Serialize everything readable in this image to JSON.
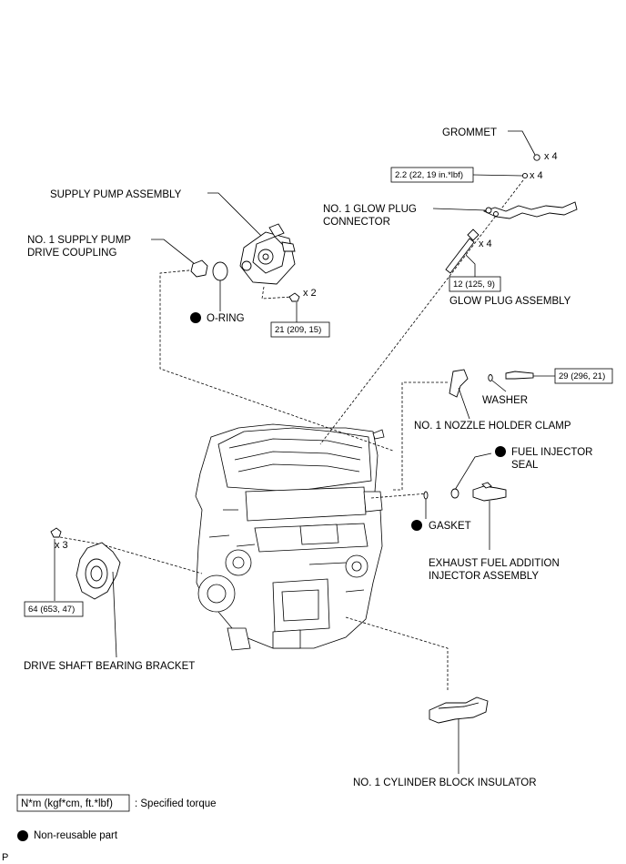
{
  "labels": {
    "grommet": "GROMMET",
    "supply_pump_assembly": "SUPPLY PUMP ASSEMBLY",
    "glow_plug_connector_1": "NO. 1 GLOW PLUG",
    "glow_plug_connector_2": "CONNECTOR",
    "drive_coupling_1": "NO. 1 SUPPLY PUMP",
    "drive_coupling_2": "DRIVE COUPLING",
    "o_ring": "O-RING",
    "glow_plug_assembly": "GLOW PLUG ASSEMBLY",
    "washer": "WASHER",
    "nozzle_holder_clamp": "NO. 1 NOZZLE HOLDER CLAMP",
    "fuel_injector_seal_1": "FUEL INJECTOR",
    "fuel_injector_seal_2": "SEAL",
    "gasket": "GASKET",
    "exhaust_injector_1": "EXHAUST FUEL ADDITION",
    "exhaust_injector_2": "INJECTOR ASSEMBLY",
    "drive_shaft_bracket": "DRIVE SHAFT BEARING BRACKET",
    "block_insulator": "NO. 1 CYLINDER BLOCK INSULATOR"
  },
  "quantities": {
    "grommet": "x 4",
    "glow_plug_nut": "x 4",
    "glow_plug": "x 4",
    "pump_bolt": "x 2",
    "bracket_bolt": "x 3"
  },
  "torques": {
    "glow_plug_nut": "2.2 (22, 19 in.*lbf)",
    "glow_plug": "12 (125, 9)",
    "pump_bolt": "21 (209, 15)",
    "clamp_bolt": "29 (296, 21)",
    "bracket_bolt": "64 (653, 47)"
  },
  "legend": {
    "torque_unit": "N*m (kgf*cm, ft.*lbf)",
    "torque_desc": ": Specified torque",
    "nonreusable": "Non-reusable part"
  },
  "corner_mark": "P"
}
